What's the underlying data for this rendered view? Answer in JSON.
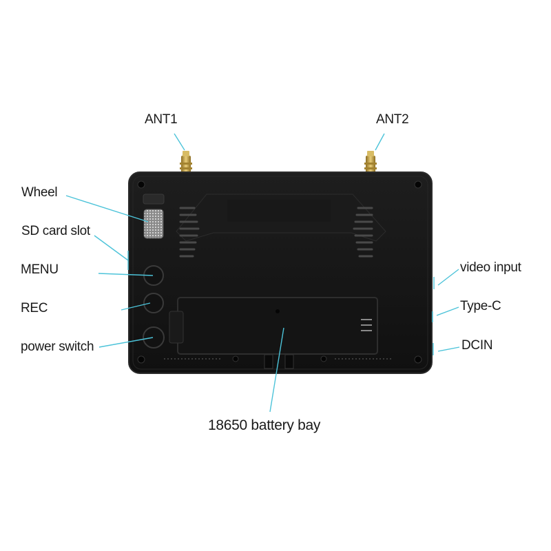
{
  "labels": {
    "ant1": "ANT1",
    "ant2": "ANT2",
    "wheel": "Wheel",
    "sd_card_slot": "SD card slot",
    "menu": "MENU",
    "rec": "REC",
    "power_switch": "power switch",
    "video_input": "video input",
    "type_c": "Type-C",
    "dcin": "DCIN",
    "battery_bay": "18650 battery bay"
  },
  "colors": {
    "leader_line": "#4cc3d9",
    "body": "#161616",
    "antenna": "#c9a545"
  }
}
